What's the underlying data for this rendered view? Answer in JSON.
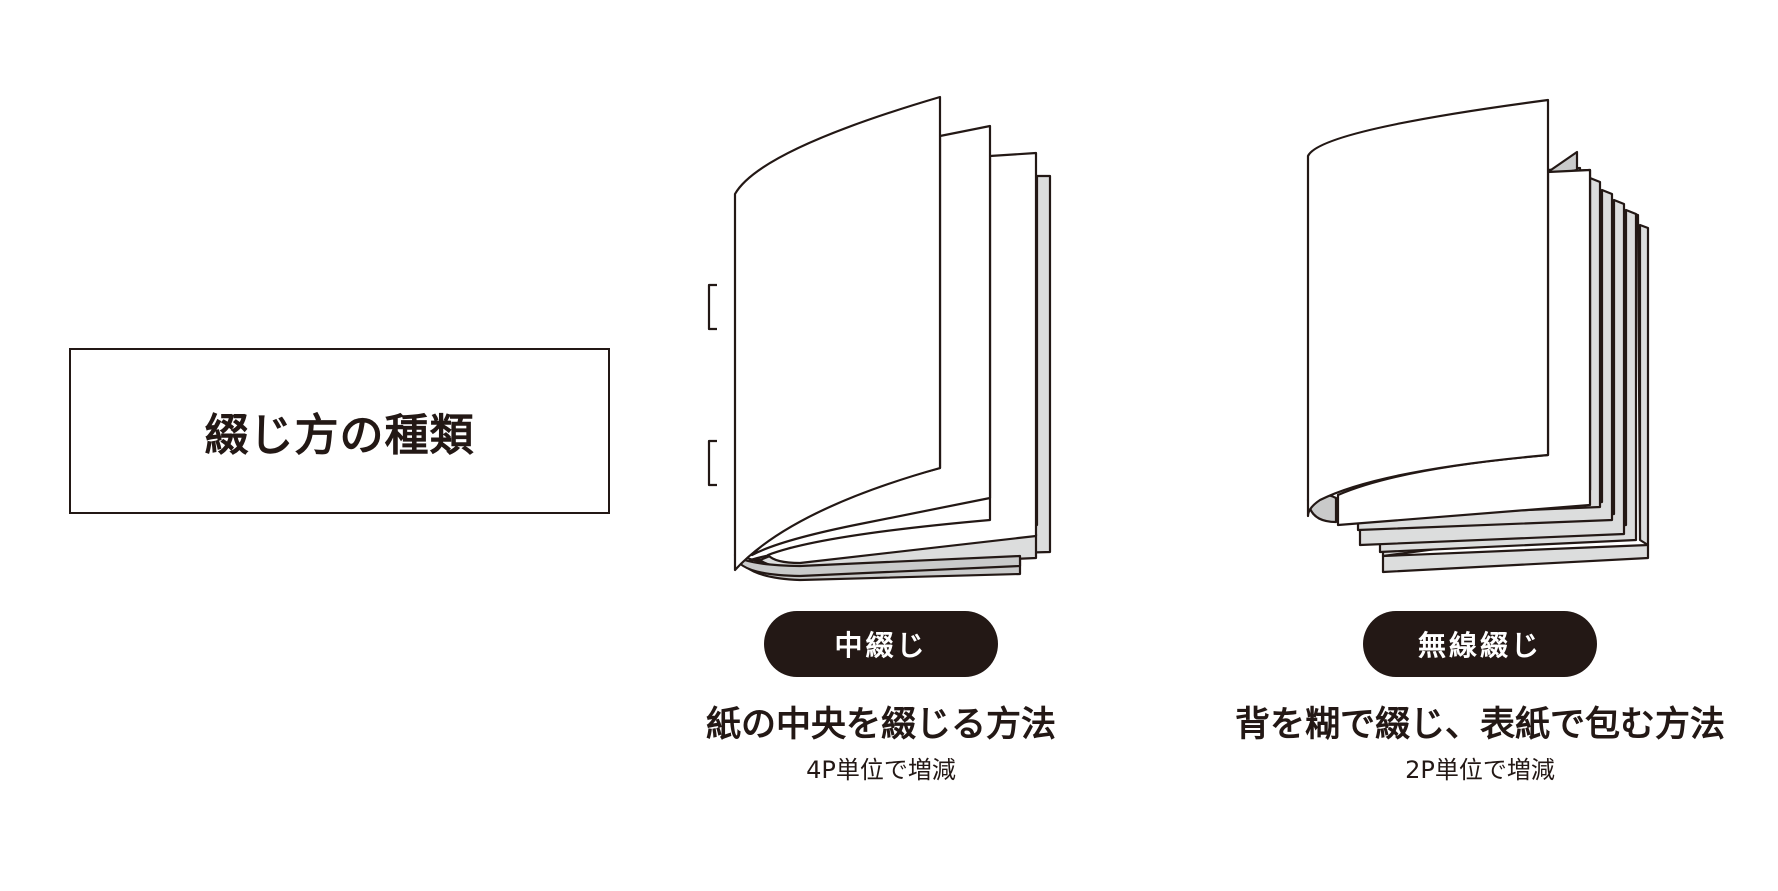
{
  "title": "綴じ方の種類",
  "colors": {
    "ink": "#231815",
    "page_gray": "#dcdddd",
    "page_dark": "#c9caca",
    "paper": "#ffffff"
  },
  "methods": [
    {
      "label": "中綴じ",
      "description": "紙の中央を綴じる方法",
      "increment": "4P単位で増減",
      "illustration": "saddle-stitch-booklet"
    },
    {
      "label": "無線綴じ",
      "description": "背を糊で綴じ、表紙で包む方法",
      "increment": "2P単位で増減",
      "illustration": "perfect-binding-booklet"
    }
  ]
}
